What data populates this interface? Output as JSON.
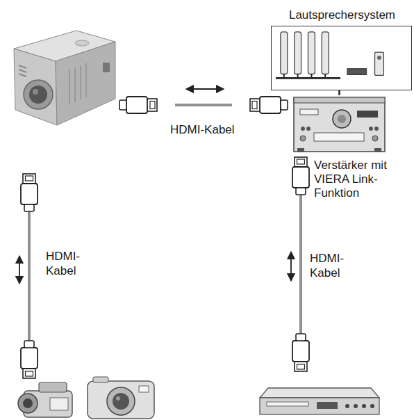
{
  "diagram": {
    "nodes": [
      {
        "text": [
          "Lautsprechersystem"
        ]
      },
      {
        "text": [
          "Verstärker mit VIERA Link- Funktion"
        ]
      }
    ],
    "edges": [
      {
        "from": 0,
        "to": 1,
        "arrow": "none"
      }
    ],
    "labels": [
      "HDMI-Kabel",
      "HDMI- Kabel",
      "HDMI- Kabel"
    ]
  }
}
